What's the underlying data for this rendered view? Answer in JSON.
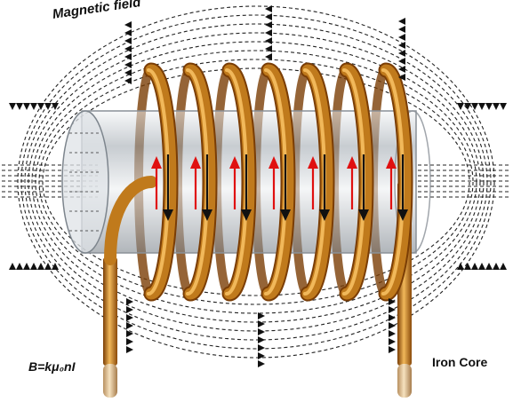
{
  "labels": {
    "title": "Magnetic field",
    "formula": "B=kμ₀nI",
    "core": "Iron Core"
  },
  "diagram": {
    "components": [
      "magnetic-field-lines",
      "iron-core",
      "copper-coil",
      "current-arrows",
      "field-arrows"
    ],
    "coil_turns": 7
  },
  "colors": {
    "copper_light": "#f1b85a",
    "copper_mid": "#c07a1c",
    "copper_dark": "#7a3d05",
    "core_glass": "#cfd3d8",
    "current_arrow": "#e01010",
    "field_line": "#222222"
  }
}
